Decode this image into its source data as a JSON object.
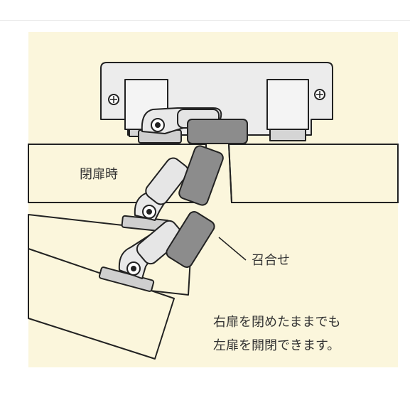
{
  "labels": {
    "closed": "閉扉時",
    "meeting_rail": "召合せ",
    "note_line1": "右扉を閉めたままでも",
    "note_line2": "左扉を開閉できます。"
  },
  "colors": {
    "panel": "#fbf6dc",
    "outline": "#222222",
    "hardware_light": "#e9e9e9",
    "hardware_mid": "#cfcfcf",
    "stop_pad": "#8c8c8c",
    "text": "#333333"
  }
}
